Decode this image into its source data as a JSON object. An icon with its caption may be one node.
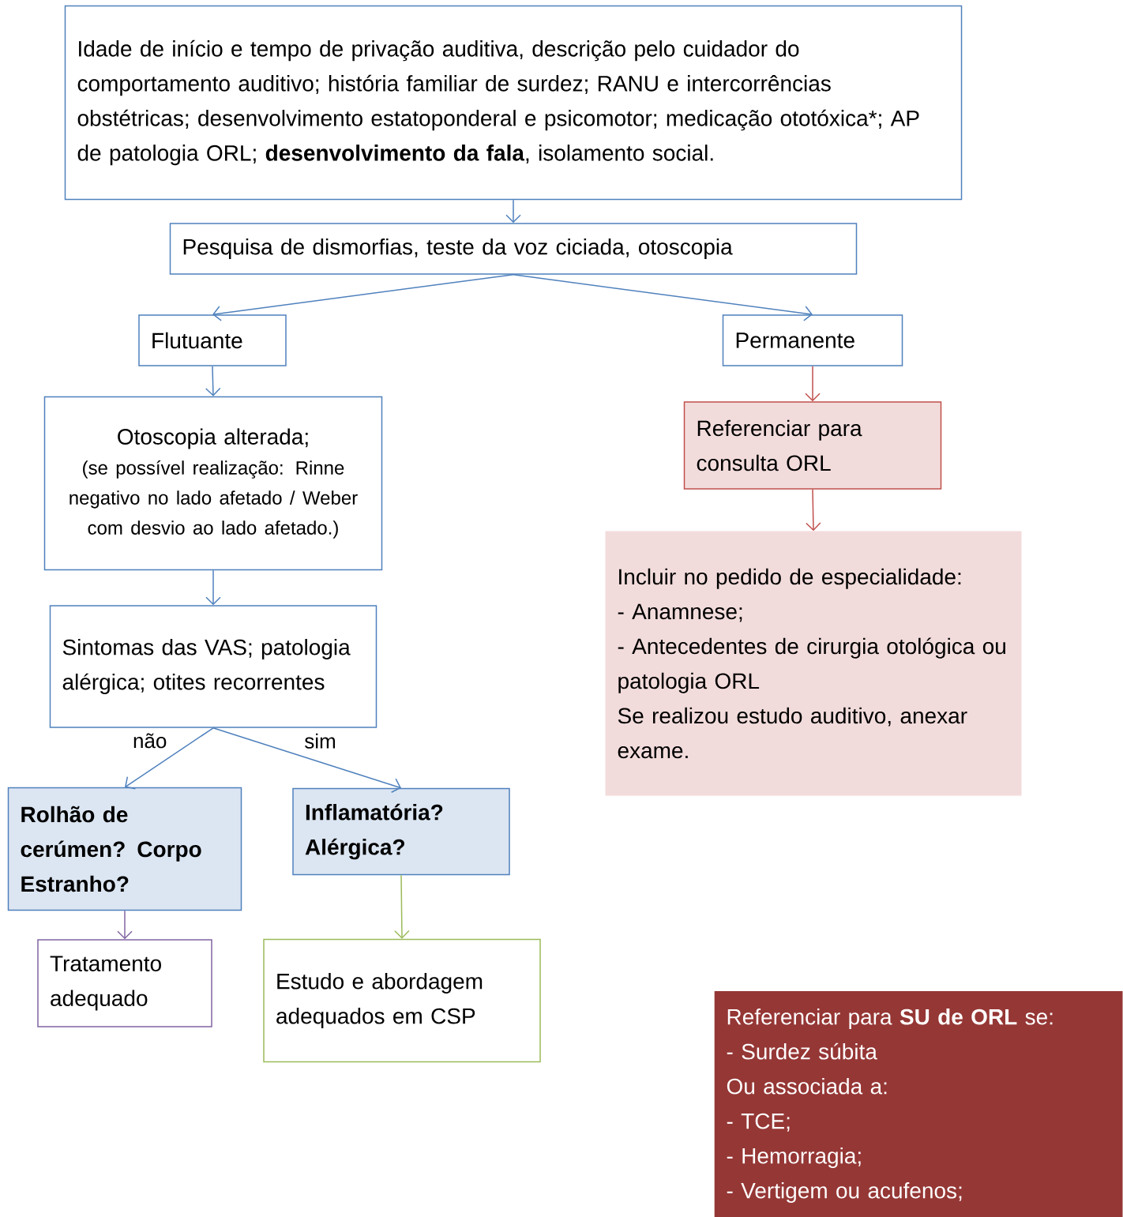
{
  "diagram": {
    "nodes": [
      {
        "text": [
          "Idade de início e tempo de privação auditiva, descrição pelo cuidador do comportamento auditivo; história familiar de surdez; RANU e intercorrências obstétricas; desenvolvimento estatoponderal e psicomotor; medicação ototóxica*; AP de patologia ORL; **desenvolvimento da fala**, isolamento social."
        ]
      },
      {
        "text": [
          "Pesquisa de dismorfias, teste da voz ciciada, otoscopia"
        ]
      },
      {
        "text": [
          "Flutuante"
        ]
      },
      {
        "text": [
          "Permanente"
        ]
      },
      {
        "text": [
          "Otoscopia alterada;",
          "(se possível realização: Rinne negativo no lado afetado / Weber com desvio ao lado afetado.)"
        ]
      },
      {
        "text": [
          "Referenciar para consulta ORL"
        ]
      },
      {
        "text": [
          "Sintomas das VAS; patologia alérgica; otites recorrentes"
        ]
      },
      {
        "text": [
          "Incluir no pedido de especialidade:",
          "- Anamnese;",
          "- Antecedentes de cirurgia otológica ou patologia ORL",
          "Se realizou estudo auditivo, anexar exame."
        ]
      },
      {
        "text": [
          "Rolhão de cerúmen? Corpo Estranho?"
        ]
      },
      {
        "text": [
          "Inflamatória? Alérgica?"
        ]
      },
      {
        "text": [
          "Tratamento adequado"
        ]
      },
      {
        "text": [
          "Estudo e abordagem adequados em CSP"
        ]
      },
      {
        "text": [
          "Referenciar para **SU de ORL** se:",
          "- Surdez súbita",
          "Ou associada a:",
          "- TCE;",
          "- Hemorragia;",
          "- Vertigem ou acufenos;"
        ]
      }
    ],
    "edges": [
      {
        "from": 0,
        "to": 1,
        "arrow": "to"
      },
      {
        "from": 1,
        "to": 2,
        "arrow": "to"
      },
      {
        "from": 1,
        "to": 3,
        "arrow": "to"
      },
      {
        "from": 2,
        "to": 4,
        "arrow": "to"
      },
      {
        "from": 3,
        "to": 5,
        "arrow": "to",
        "color": "#c0504d"
      },
      {
        "from": 4,
        "to": 6,
        "arrow": "to"
      },
      {
        "from": 5,
        "to": 7,
        "arrow": "to",
        "color": "#c0504d"
      },
      {
        "from": 6,
        "to": 8,
        "arrow": "to",
        "label": "não"
      },
      {
        "from": 6,
        "to": 9,
        "arrow": "to",
        "label": "sim"
      },
      {
        "from": 8,
        "to": 10,
        "arrow": "to",
        "color": "#8064a2"
      },
      {
        "from": 9,
        "to": 11,
        "arrow": "to",
        "color": "#9bbb59"
      }
    ]
  }
}
